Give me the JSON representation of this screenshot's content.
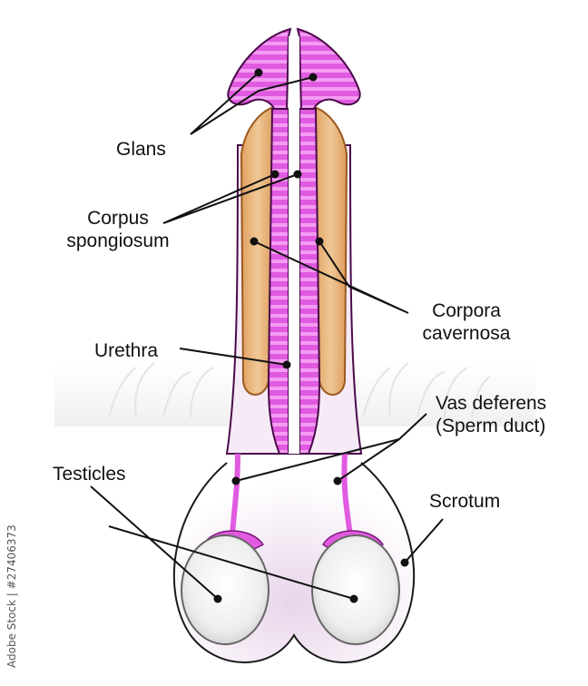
{
  "diagram": {
    "title": "Male reproductive anatomy",
    "labels": {
      "glans": "Glans",
      "corpus_spongiosum_line1": "Corpus",
      "corpus_spongiosum_line2": "spongiosum",
      "corpora_cavernosa_line1": "Corpora",
      "corpora_cavernosa_line2": "cavernosa",
      "urethra": "Urethra",
      "vas_deferens_line1": "Vas deferens",
      "vas_deferens_line2": "(Sperm duct)",
      "testicles": "Testicles",
      "scrotum": "Scrotum"
    },
    "credit": "Adobe Stock | #27406373",
    "colors": {
      "spongiosum_magenta": "#e05ae0",
      "spongiosum_stripe": "#f49cf4",
      "cavernosa_tan": "#e8b27a",
      "outline_purple": "#4a0a4a",
      "skin_tint": "#f6eaf6",
      "testicle_gray": "#e6e6e6"
    }
  }
}
